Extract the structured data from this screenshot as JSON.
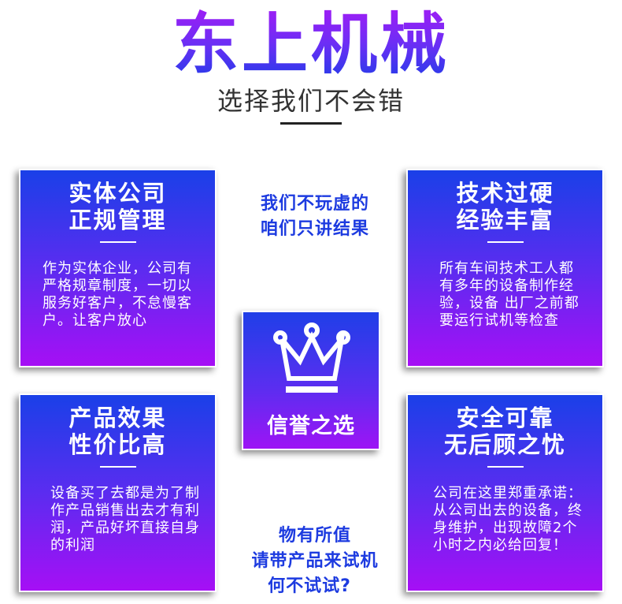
{
  "header": {
    "brand": "东上机械",
    "slogan": "选择我们不会错"
  },
  "cards": [
    {
      "title_line1": "实体公司",
      "title_line2": "正规管理",
      "body": "作为实体企业，公司有严格规章制度，一切以服务好客户，不怠慢客户。让客户放心"
    },
    {
      "title_line1": "技术过硬",
      "title_line2": "经验丰富",
      "body": "所有车间技术工人都有多年的设备制作经验，设备 出厂之前都要运行试机等检查"
    },
    {
      "title_line1": "产品效果",
      "title_line2": "性价比高",
      "body": "设备买了去都是为了制作产品销售出去才有利润，产品好坏直接自身的利润"
    },
    {
      "title_line1": "安全可靠",
      "title_line2": "无后顾之忧",
      "body": "公司在这里郑重承诺：从公司出去的设备，终身维护，出现故障2个小时之内必给回复！"
    }
  ],
  "taglines": {
    "top_line1": "我们不玩虚的",
    "top_line2": "咱们只讲结果",
    "bottom_line1": "物有所值",
    "bottom_line2": "请带产品来试机",
    "bottom_line3": "何不试试?"
  },
  "center": {
    "icon": "crown-icon",
    "label": "信誉之选"
  },
  "colors": {
    "gradient_top": "#1a40e8",
    "gradient_bottom": "#a60ff5",
    "tagline_blue": "#1d3be0"
  }
}
